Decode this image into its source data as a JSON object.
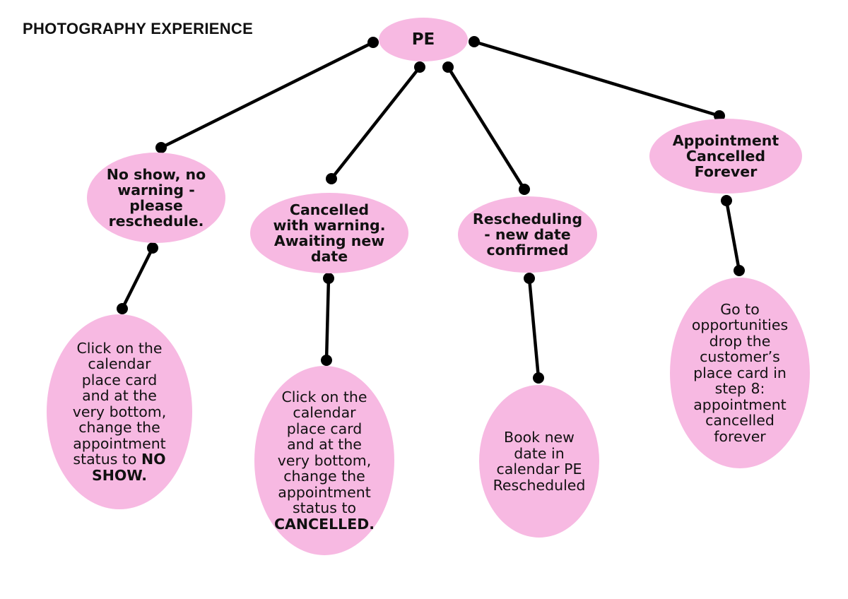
{
  "title": "PHOTOGRAPHY EXPERIENCE",
  "colors": {
    "node_fill": "#f7b9e2",
    "connector": "#000000",
    "text": "#111111"
  },
  "root": {
    "label": "PE"
  },
  "branches": [
    {
      "label_lines": [
        "No show, no",
        "warning -",
        "please",
        "reschedule."
      ],
      "detail": {
        "lines": [
          "Click on the",
          "calendar",
          "place card",
          "and at the",
          "very bottom,",
          "change the",
          "appointment"
        ],
        "status_prefix": "status to ",
        "status_bold": "NO",
        "status_bold_2": "SHOW."
      }
    },
    {
      "label_lines": [
        "Cancelled",
        "with warning.",
        "Awaiting new",
        "date"
      ],
      "detail": {
        "lines": [
          "Click on the",
          "calendar",
          "place card",
          "and at the",
          "very bottom,",
          "change the",
          "appointment",
          "status to"
        ],
        "status_bold": "CANCELLED."
      }
    },
    {
      "label_lines": [
        "Rescheduling",
        "- new date",
        "confirmed"
      ],
      "detail": {
        "lines": [
          "Book new",
          "date in",
          "calendar PE",
          "Rescheduled"
        ]
      }
    },
    {
      "label_lines": [
        "Appointment",
        "Cancelled",
        "Forever"
      ],
      "detail": {
        "lines": [
          "Go to",
          "opportunities",
          "drop the",
          "customer’s",
          "place card in",
          "step 8:",
          "appointment",
          "cancelled",
          "forever"
        ]
      }
    }
  ]
}
